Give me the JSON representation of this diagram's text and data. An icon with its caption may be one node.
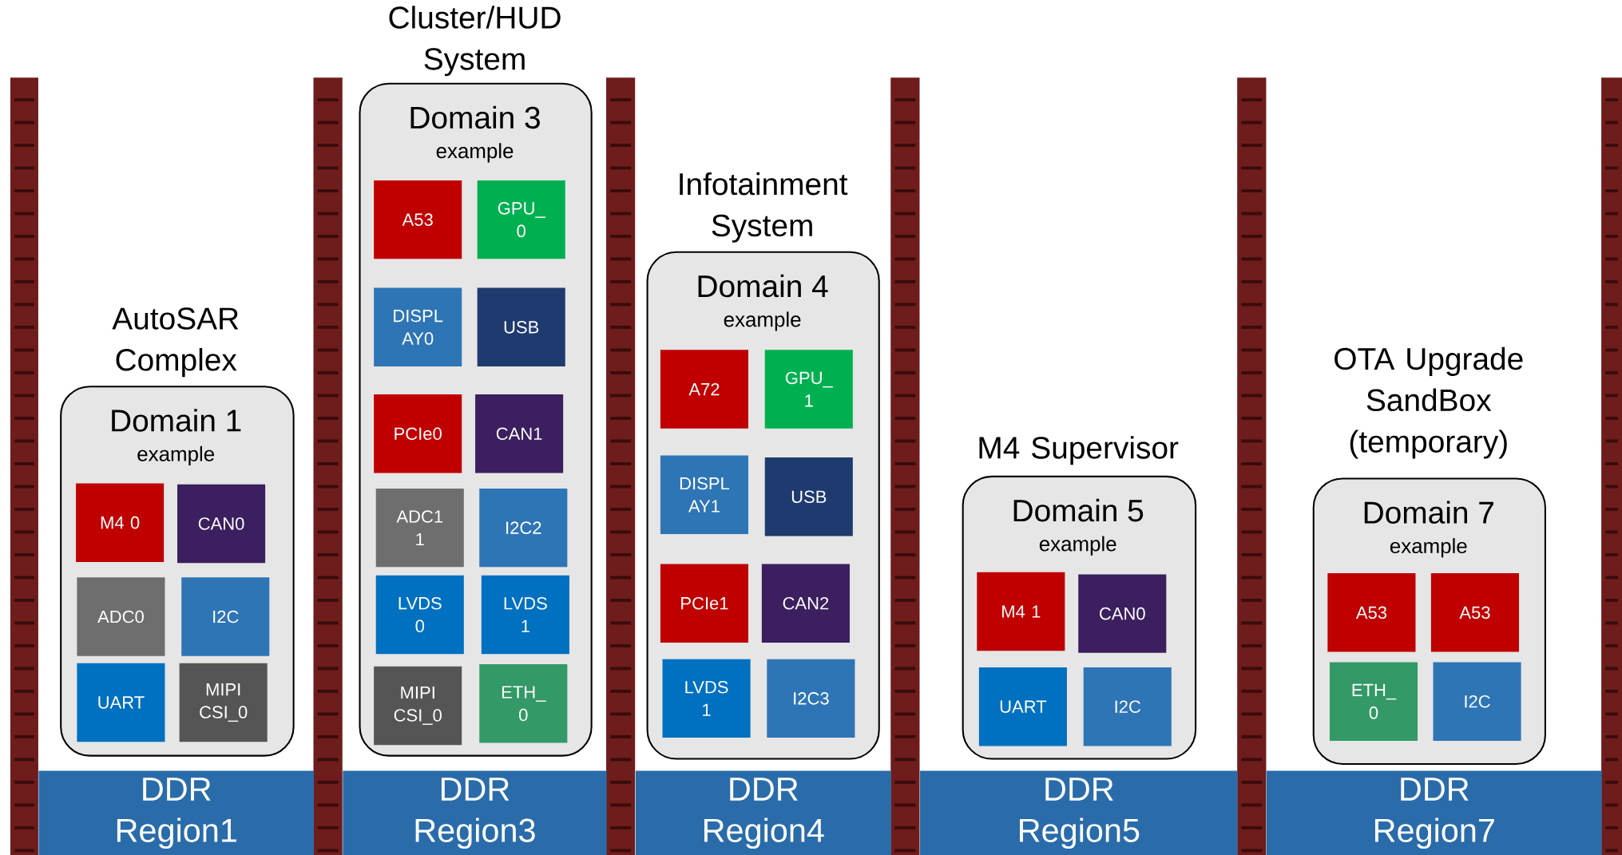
{
  "diagram": {
    "nodes": [
      {
        "text": [
          "Domain 1",
          "example"
        ],
        "beside": [
          "AutoSAR Complex"
        ]
      },
      {
        "text": [
          "M4 0"
        ],
        "in": 0
      },
      {
        "text": [
          "CAN0"
        ],
        "in": 0
      },
      {
        "text": [
          "ADC0"
        ],
        "in": 0
      },
      {
        "text": [
          "I2C"
        ],
        "in": 0
      },
      {
        "text": [
          "UART"
        ],
        "in": 0
      },
      {
        "text": [
          "MIPI CSI_0"
        ],
        "in": 0
      },
      {
        "text": [
          "Domain 3",
          "example"
        ],
        "beside": [
          "Cluster/HUD System"
        ]
      },
      {
        "text": [
          "A53"
        ],
        "in": 7
      },
      {
        "text": [
          "GPU_ 0"
        ],
        "in": 7
      },
      {
        "text": [
          "DISPL AY0"
        ],
        "in": 7
      },
      {
        "text": [
          "USB"
        ],
        "in": 7
      },
      {
        "text": [
          "PCIe0"
        ],
        "in": 7
      },
      {
        "text": [
          "CAN1"
        ],
        "in": 7
      },
      {
        "text": [
          "ADC1 1"
        ],
        "in": 7
      },
      {
        "text": [
          "I2C2"
        ],
        "in": 7
      },
      {
        "text": [
          "LVDS 0"
        ],
        "in": 7
      },
      {
        "text": [
          "LVDS 1"
        ],
        "in": 7
      },
      {
        "text": [
          "MIPI CSI_0"
        ],
        "in": 7
      },
      {
        "text": [
          "ETH_ 0"
        ],
        "in": 7
      },
      {
        "text": [
          "Domain 4",
          "example"
        ],
        "beside": [
          "Infotainment System"
        ]
      },
      {
        "text": [
          "A72"
        ],
        "in": 20
      },
      {
        "text": [
          "GPU_ 1"
        ],
        "in": 20
      },
      {
        "text": [
          "DISPL AY1"
        ],
        "in": 20
      },
      {
        "text": [
          "USB"
        ],
        "in": 20
      },
      {
        "text": [
          "PCIe1"
        ],
        "in": 20
      },
      {
        "text": [
          "CAN2"
        ],
        "in": 20
      },
      {
        "text": [
          "LVDS 1"
        ],
        "in": 20
      },
      {
        "text": [
          "I2C3"
        ],
        "in": 20
      },
      {
        "text": [
          "Domain 5",
          "example"
        ],
        "beside": [
          "M4 Supervisor"
        ]
      },
      {
        "text": [
          "M4 1"
        ],
        "in": 29
      },
      {
        "text": [
          "CAN0"
        ],
        "in": 29
      },
      {
        "text": [
          "UART"
        ],
        "in": 29
      },
      {
        "text": [
          "I2C"
        ],
        "in": 29
      },
      {
        "text": [
          "Domain 7",
          "example"
        ],
        "beside": [
          "OTA Upgrade SandBox (temporary)"
        ]
      },
      {
        "text": [
          "A53"
        ],
        "in": 34
      },
      {
        "text": [
          "A53"
        ],
        "in": 34
      },
      {
        "text": [
          "ETH_ 0"
        ],
        "in": 34
      },
      {
        "text": [
          "I2C"
        ],
        "in": 34
      },
      {
        "text": [
          "DDR Region1"
        ]
      },
      {
        "text": [
          "DDR Region3"
        ]
      },
      {
        "text": [
          "DDR Region4"
        ]
      },
      {
        "text": [
          "DDR Region5"
        ]
      },
      {
        "text": [
          "DDR Region7"
        ]
      }
    ]
  }
}
